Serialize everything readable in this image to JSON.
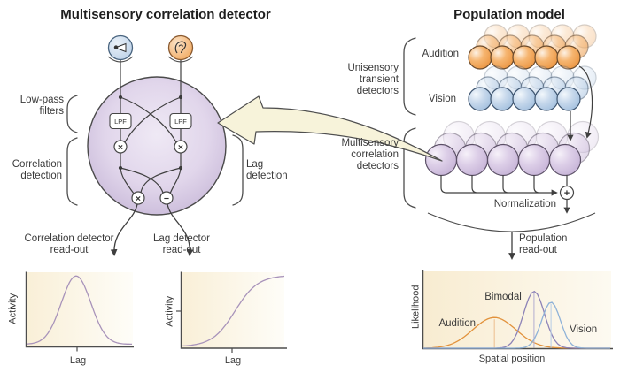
{
  "left_panel": {
    "title": "Multisensory correlation detector",
    "sensor_icons": {
      "vision": "eye-icon",
      "audition": "ear-icon"
    },
    "lpf_label": "LPF",
    "bracket_labels": {
      "low_pass": "Low-pass\nfilters",
      "correlation": "Correlation\ndetection",
      "lag": "Lag\ndetection"
    },
    "readouts": [
      {
        "title": "Correlation detector\nread-out",
        "xlabel": "Lag",
        "ylabel": "Activity",
        "curve": {
          "type": "gaussian",
          "center": 0.47,
          "sigma": 0.14,
          "height": 0.92,
          "base": 0.03,
          "color": "#a893ba"
        }
      },
      {
        "title": "Lag detector\nread-out",
        "xlabel": "Lag",
        "ylabel": "Activity",
        "curve": {
          "type": "sigmoid",
          "center": 0.52,
          "steepness": 9,
          "height": 0.94,
          "base": 0.02,
          "color": "#a893ba"
        }
      }
    ]
  },
  "right_panel": {
    "title": "Population model",
    "bracket_labels": {
      "unisensory": "Unisensory\ntransient\ndetectors",
      "multisensory": "Multisensory\ncorrelation\ndetectors"
    },
    "row_labels": {
      "audition": "Audition",
      "vision": "Vision"
    },
    "normalization_label": "Normalization",
    "population_readout_label": "Population\nread-out",
    "final_plot": {
      "xlabel": "Spatial position",
      "ylabel": "Likelihood",
      "curves": [
        {
          "label": "Audition",
          "type": "gaussian",
          "center": 0.38,
          "sigma": 0.115,
          "height": 0.4,
          "base": 0.0,
          "color": "#e2923c",
          "marker_color": "#eec394"
        },
        {
          "label": "Bimodal",
          "type": "gaussian",
          "center": 0.592,
          "sigma": 0.056,
          "height": 0.74,
          "base": 0.0,
          "color": "#8d83b7",
          "marker_color": "#b9b3d2"
        },
        {
          "label": "Vision",
          "type": "gaussian",
          "center": 0.683,
          "sigma": 0.05,
          "height": 0.6,
          "base": 0.0,
          "color": "#8fb2d8",
          "marker_color": "#bdd0e7"
        }
      ]
    }
  },
  "symbols": {
    "multiply": "×",
    "minus": "−",
    "plus": "+"
  },
  "colors": {
    "audition_sphere": "#f0a25c",
    "vision_sphere": "#b6cde7",
    "multisensory_sphere": "#d5c4e2",
    "detector_circle": "#d9cce6",
    "arrow_fill": "#f7f3da",
    "plot_background": "#f9efd8",
    "line": "#3f3f3f"
  }
}
